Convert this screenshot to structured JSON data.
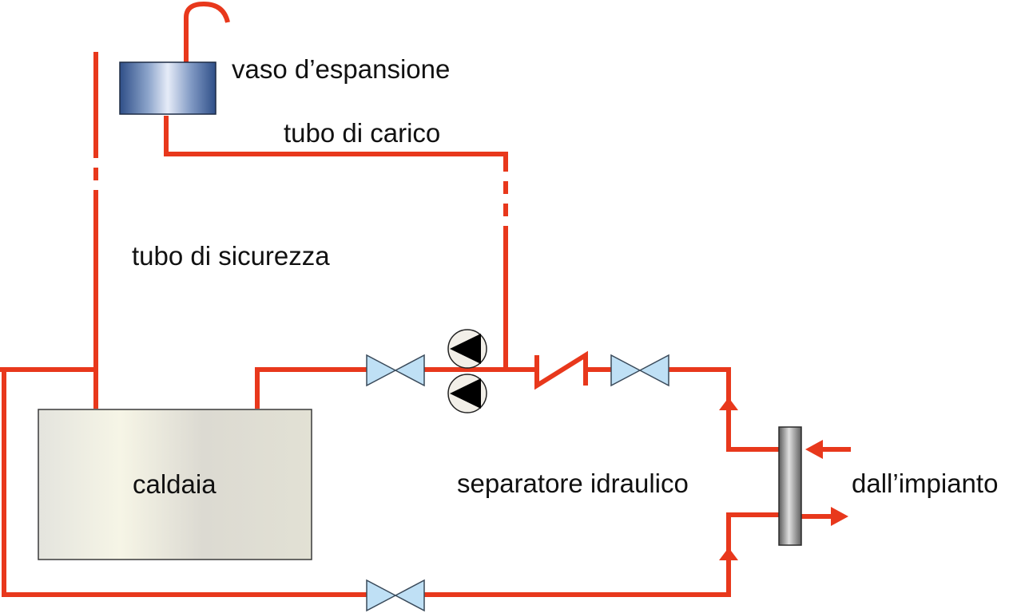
{
  "diagram": {
    "colors": {
      "pipe": "#e8381c",
      "valve_fill": "#bfe0f5",
      "valve_stroke": "#3a4a5a",
      "pump_fill": "#f2efe8",
      "boiler_fill": "#ecebe2",
      "expansion_vessel": "#4a6a9e",
      "separator": "#8c8c8c"
    },
    "labels": {
      "expansion_vessel": "vaso d’espansione",
      "fill_pipe": "tubo di carico",
      "safety_pipe": "tubo di sicurezza",
      "boiler": "caldaia",
      "hydraulic_separator": "separatore idraulico",
      "from_system": "dall’impianto"
    },
    "icons": {
      "valve": "gate-valve-icon",
      "pump": "circulation-pump-icon",
      "check_valve": "check-valve-icon",
      "flow_arrow": "flow-arrow-icon"
    }
  }
}
